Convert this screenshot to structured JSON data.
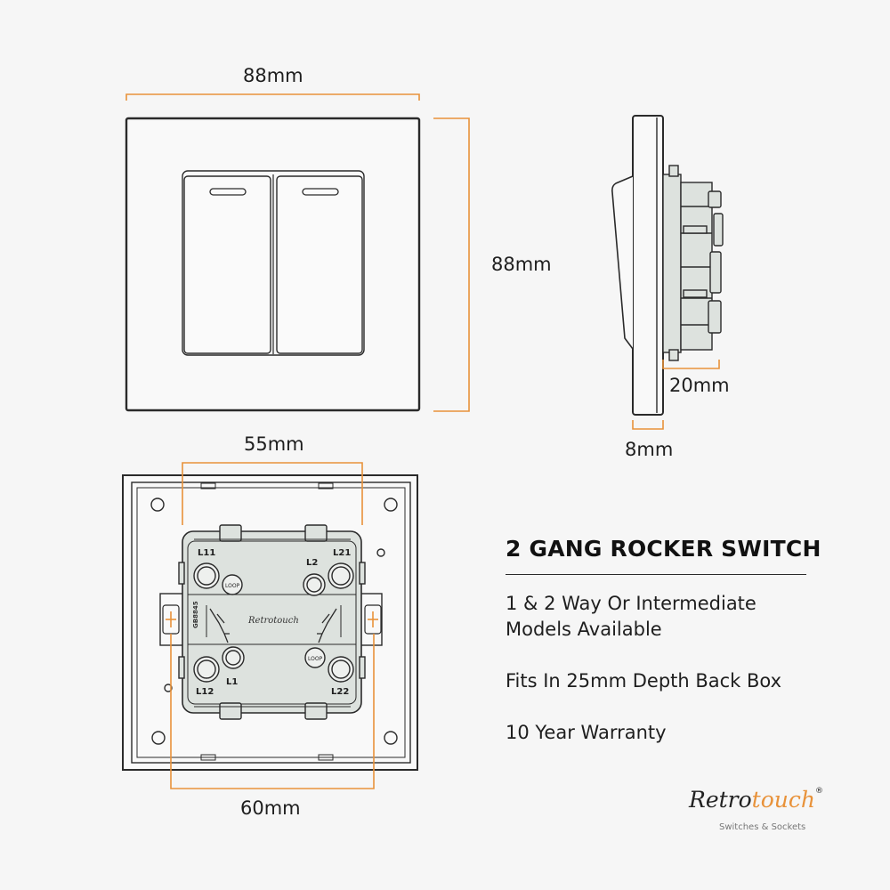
{
  "dimensions": {
    "plate_width": "88mm",
    "plate_height": "88mm",
    "rear_depth": "20mm",
    "plate_thickness": "8mm",
    "mechanism_width": "55mm",
    "fixing_centres": "60mm"
  },
  "terminals": {
    "l11": "L11",
    "l2": "L2",
    "l21": "L21",
    "l1": "L1",
    "l12": "L12",
    "l22": "L22",
    "loop_a": "LOOP",
    "loop_b": "LOOP"
  },
  "mechanism": {
    "brand_mark": "Retrotouch",
    "code": "GB8845"
  },
  "specs": {
    "title": "2 GANG ROCKER SWITCH",
    "line_1a": "1 & 2 Way Or Intermediate",
    "line_1b": "Models Available",
    "line_2": "Fits In 25mm Depth Back Box",
    "line_3": "10 Year Warranty"
  },
  "brand": {
    "name_part_1": "Retro",
    "name_part_2": "touch",
    "registered": "®",
    "tagline": "Switches & Sockets"
  },
  "colors": {
    "accent_dimension": "#e8923a",
    "line": "#2a2a2a",
    "mechanism_fill": "#dde2de",
    "background": "#f6f6f6"
  }
}
